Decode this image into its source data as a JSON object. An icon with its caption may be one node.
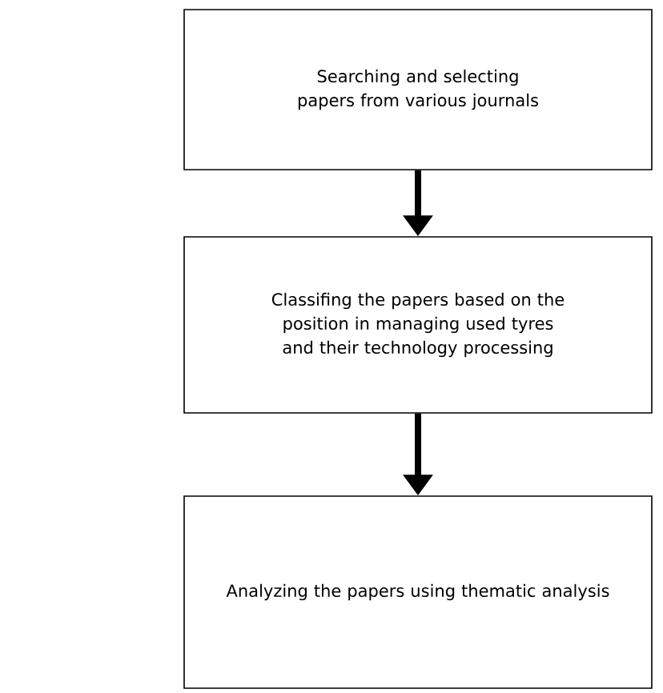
{
  "diagram": {
    "nodes": [
      {
        "text": [
          "Searching and selecting papers from various journals"
        ]
      },
      {
        "text": [
          "Classifing the papers based on the position in managing used tyres and their technology processing"
        ]
      },
      {
        "text": [
          "Analyzing the papers using thematic analysis"
        ]
      }
    ],
    "edges": [
      {
        "from": 0,
        "to": 1,
        "arrow": "to"
      },
      {
        "from": 1,
        "to": 2,
        "arrow": "to"
      }
    ]
  }
}
